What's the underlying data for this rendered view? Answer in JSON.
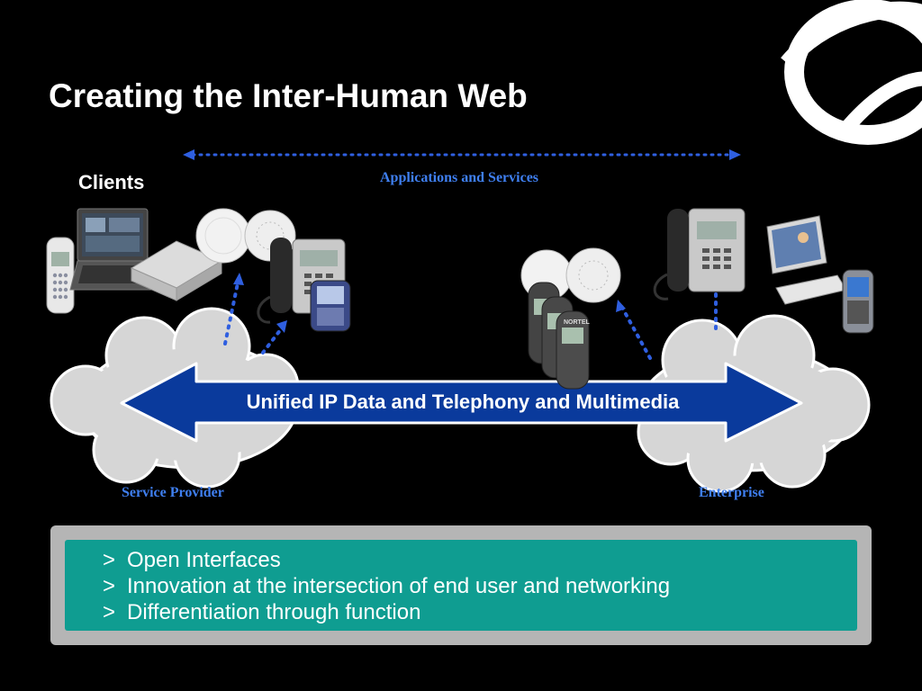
{
  "slide": {
    "title": "Creating the Inter-Human Web"
  },
  "diagram": {
    "clients_label": "Clients",
    "applications_label": "Applications and Services",
    "service_provider_label": "Service Provider",
    "enterprise_label": "Enterprise",
    "arrow_text": "Unified IP Data and  Telephony and Multimedia",
    "handset_brand": "NORTEL"
  },
  "bullets": [
    "Open Interfaces",
    "Innovation at the intersection of end user and networking",
    "Differentiation through function"
  ],
  "bullet_marker": ">",
  "colors": {
    "background": "#000000",
    "arrow_fill": "#0a3a9c",
    "label_blue": "#3f7ff0",
    "dotted_blue": "#2f5fe0",
    "panel_outer": "#b5b5b5",
    "panel_inner": "#0f9d91",
    "cloud": "#d6d6d6"
  },
  "icons": [
    "nortel-globe-logo",
    "cordless-phone-icon",
    "laptop-icon",
    "wireless-router-icon",
    "access-point-icon",
    "desk-phone-icon",
    "pda-phone-icon",
    "mobile-handset-icon",
    "desktop-computer-icon",
    "cloud-icon"
  ]
}
